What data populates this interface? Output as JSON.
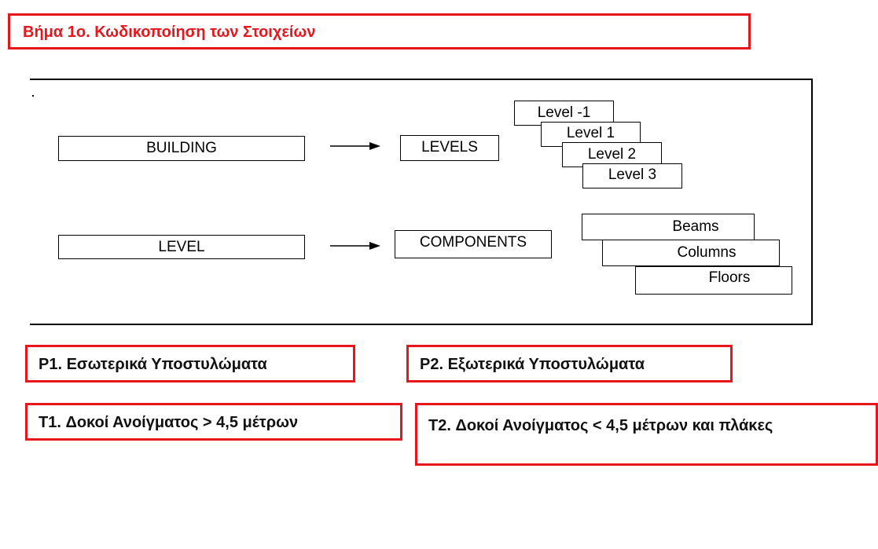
{
  "title": "Βήμα 1ο. Κωδικοποίηση των Στοιχείων",
  "diagram": {
    "building": "BUILDING",
    "levels": "LEVELS",
    "level": "LEVEL",
    "components": "COMPONENTS",
    "level_items": [
      "Level -1",
      "Level 1",
      "Level 2",
      "Level 3"
    ],
    "component_items": [
      "Beams",
      "Columns",
      "Floors"
    ]
  },
  "boxes": {
    "p1": "P1. Εσωτερικά Υποστυλώματα",
    "p2": "P2. Εξωτερικά Υποστυλώματα",
    "t1": "T1. Δοκοί Ανοίγματος > 4,5 μέτρων",
    "t2": "T2. Δοκοί Ανοίγματος < 4,5 μέτρων και πλάκες"
  },
  "colors": {
    "accent_red": "#e8151c",
    "text": "#111111"
  }
}
